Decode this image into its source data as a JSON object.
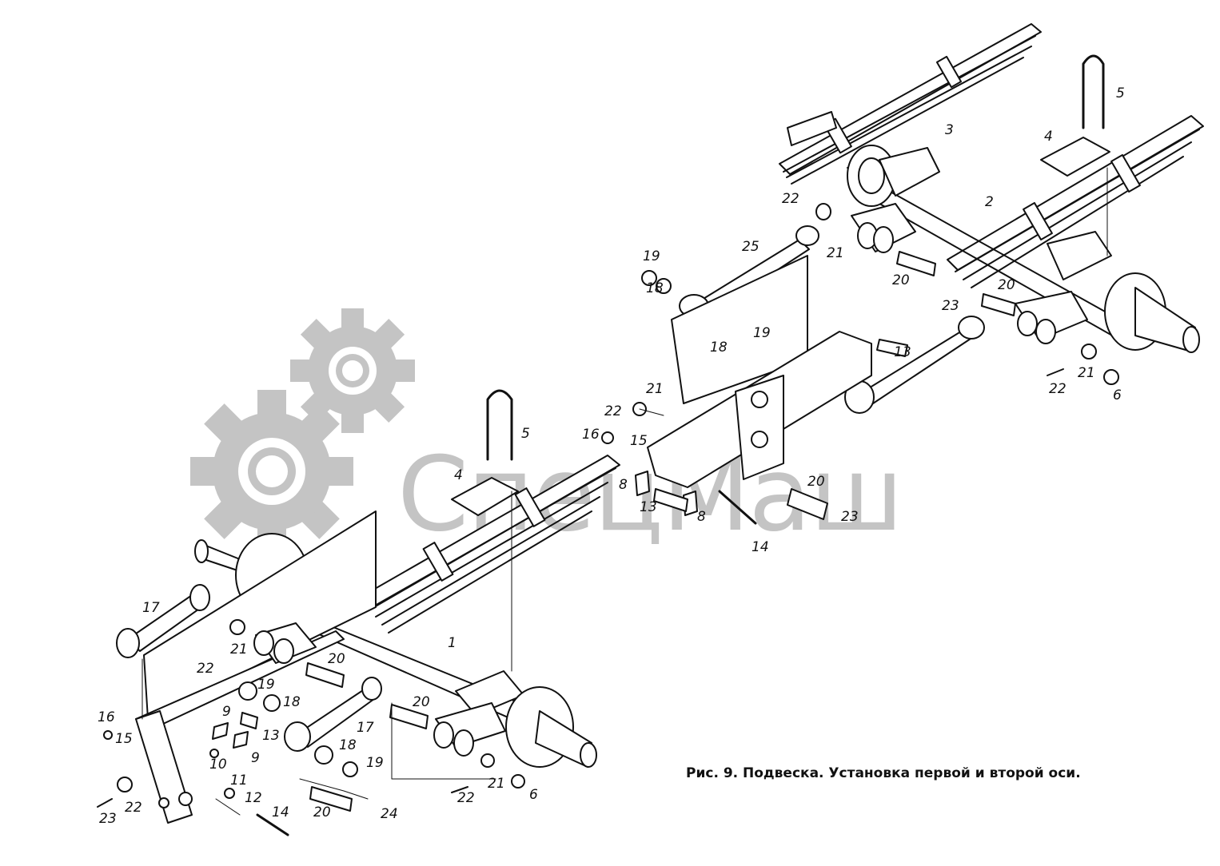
{
  "figure": {
    "caption": "Рис. 9. Подвеска. Установка первой и второй оси.",
    "watermark": {
      "text": "СпецМаш",
      "color": "#c4c4c4"
    },
    "line_color": "#111111",
    "labels": [
      {
        "id": "l1",
        "text": "1"
      },
      {
        "id": "l2",
        "text": "2"
      },
      {
        "id": "l3",
        "text": "3"
      },
      {
        "id": "l4a",
        "text": "4"
      },
      {
        "id": "l4b",
        "text": "4"
      },
      {
        "id": "l5a",
        "text": "5"
      },
      {
        "id": "l5b",
        "text": "5"
      },
      {
        "id": "l6a",
        "text": "6"
      },
      {
        "id": "l6b",
        "text": "6"
      },
      {
        "id": "l8a",
        "text": "8"
      },
      {
        "id": "l8b",
        "text": "8"
      },
      {
        "id": "l9a",
        "text": "9"
      },
      {
        "id": "l9b",
        "text": "9"
      },
      {
        "id": "l10",
        "text": "10"
      },
      {
        "id": "l11",
        "text": "11"
      },
      {
        "id": "l12",
        "text": "12"
      },
      {
        "id": "l13a",
        "text": "13"
      },
      {
        "id": "l13b",
        "text": "13"
      },
      {
        "id": "l13c",
        "text": "13"
      },
      {
        "id": "l14a",
        "text": "14"
      },
      {
        "id": "l14b",
        "text": "14"
      },
      {
        "id": "l15a",
        "text": "15"
      },
      {
        "id": "l15b",
        "text": "15"
      },
      {
        "id": "l16a",
        "text": "16"
      },
      {
        "id": "l16b",
        "text": "16"
      },
      {
        "id": "l17a",
        "text": "17"
      },
      {
        "id": "l17b",
        "text": "17"
      },
      {
        "id": "l18a",
        "text": "18"
      },
      {
        "id": "l18b",
        "text": "18"
      },
      {
        "id": "l18c",
        "text": "18"
      },
      {
        "id": "l18d",
        "text": "18"
      },
      {
        "id": "l19a",
        "text": "19"
      },
      {
        "id": "l19b",
        "text": "19"
      },
      {
        "id": "l19c",
        "text": "19"
      },
      {
        "id": "l19d",
        "text": "19"
      },
      {
        "id": "l20a",
        "text": "20"
      },
      {
        "id": "l20b",
        "text": "20"
      },
      {
        "id": "l20c",
        "text": "20"
      },
      {
        "id": "l20d",
        "text": "20"
      },
      {
        "id": "l20e",
        "text": "20"
      },
      {
        "id": "l20f",
        "text": "20"
      },
      {
        "id": "l21a",
        "text": "21"
      },
      {
        "id": "l21b",
        "text": "21"
      },
      {
        "id": "l21c",
        "text": "21"
      },
      {
        "id": "l21d",
        "text": "21"
      },
      {
        "id": "l21e",
        "text": "21"
      },
      {
        "id": "l22a",
        "text": "22"
      },
      {
        "id": "l22b",
        "text": "22"
      },
      {
        "id": "l22c",
        "text": "22"
      },
      {
        "id": "l22d",
        "text": "22"
      },
      {
        "id": "l22e",
        "text": "22"
      },
      {
        "id": "l22f",
        "text": "22"
      },
      {
        "id": "l23a",
        "text": "23"
      },
      {
        "id": "l23b",
        "text": "23"
      },
      {
        "id": "l23c",
        "text": "23"
      },
      {
        "id": "l24",
        "text": "24"
      },
      {
        "id": "l25",
        "text": "25"
      }
    ]
  }
}
